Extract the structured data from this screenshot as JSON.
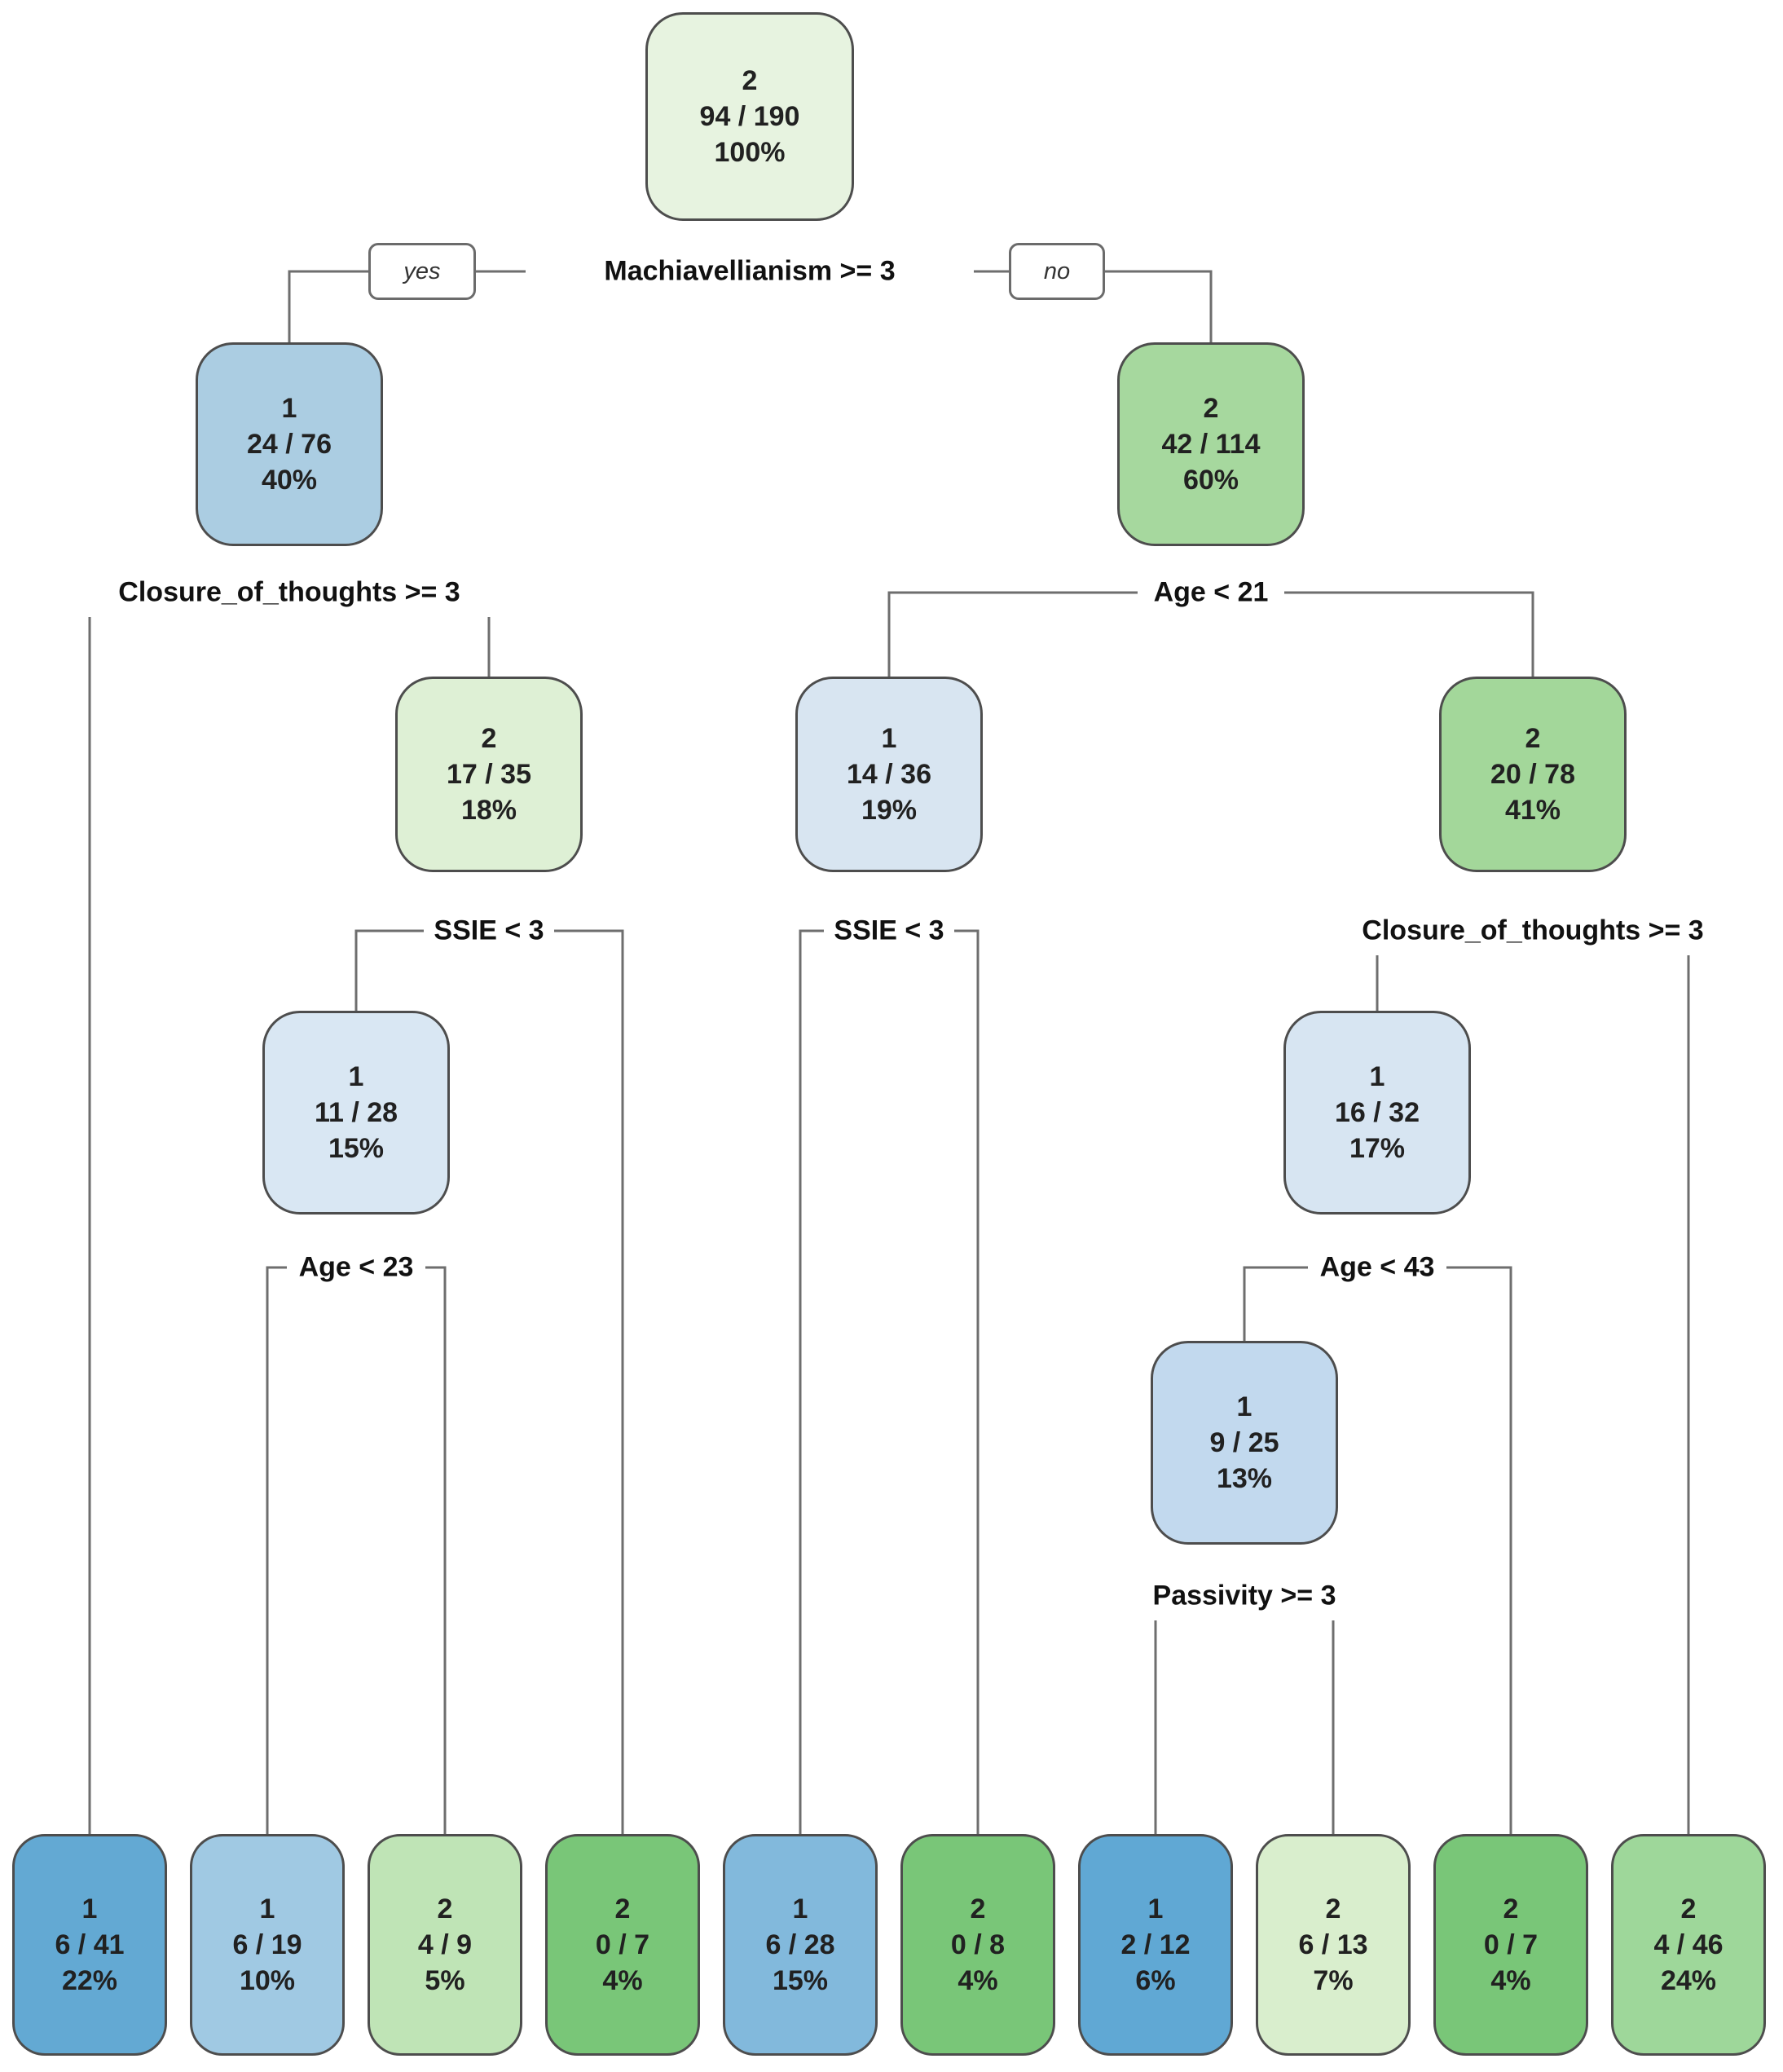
{
  "figure": {
    "type": "decision-tree",
    "edge_labels": {
      "yes": "yes",
      "no": "no"
    },
    "splits": [
      "Machiavellianism >= 3",
      "Closure_of_thoughts >= 3",
      "Age < 21",
      "SSIE < 3",
      "SSIE < 3",
      "Closure_of_thoughts >= 3",
      "Age < 23",
      "Age < 43",
      "Passivity >= 3"
    ],
    "nodes": [
      {
        "cls": "2",
        "frac": "94 / 190",
        "pct": "100%",
        "fill": "#e7f3e0"
      },
      {
        "cls": "1",
        "frac": "24 / 76",
        "pct": "40%",
        "fill": "#abcde2"
      },
      {
        "cls": "2",
        "frac": "42 / 114",
        "pct": "60%",
        "fill": "#a6d89e"
      },
      {
        "cls": "2",
        "frac": "17 / 35",
        "pct": "18%",
        "fill": "#def0d5"
      },
      {
        "cls": "1",
        "frac": "14 / 36",
        "pct": "19%",
        "fill": "#d8e5f1"
      },
      {
        "cls": "2",
        "frac": "20 / 78",
        "pct": "41%",
        "fill": "#a3d79a"
      },
      {
        "cls": "1",
        "frac": "11 / 28",
        "pct": "15%",
        "fill": "#d9e7f3"
      },
      {
        "cls": "1",
        "frac": "16 / 32",
        "pct": "17%",
        "fill": "#d7e5f2"
      },
      {
        "cls": "1",
        "frac": "9 / 25",
        "pct": "13%",
        "fill": "#c2d9ee"
      },
      {
        "cls": "1",
        "frac": "6 / 41",
        "pct": "22%",
        "fill": "#63a9d3"
      },
      {
        "cls": "1",
        "frac": "6 / 19",
        "pct": "10%",
        "fill": "#a0c9e3"
      },
      {
        "cls": "2",
        "frac": "4 / 9",
        "pct": "5%",
        "fill": "#bfe4b6"
      },
      {
        "cls": "2",
        "frac": "0 / 7",
        "pct": "4%",
        "fill": "#79c678"
      },
      {
        "cls": "1",
        "frac": "6 / 28",
        "pct": "15%",
        "fill": "#82b9dc"
      },
      {
        "cls": "2",
        "frac": "0 / 8",
        "pct": "4%",
        "fill": "#79c678"
      },
      {
        "cls": "1",
        "frac": "2 / 12",
        "pct": "6%",
        "fill": "#60a8d4"
      },
      {
        "cls": "2",
        "frac": "6 / 13",
        "pct": "7%",
        "fill": "#d9eecd"
      },
      {
        "cls": "2",
        "frac": "0 / 7",
        "pct": "4%",
        "fill": "#79c678"
      },
      {
        "cls": "2",
        "frac": "4 / 46",
        "pct": "24%",
        "fill": "#9ed79a"
      }
    ]
  }
}
